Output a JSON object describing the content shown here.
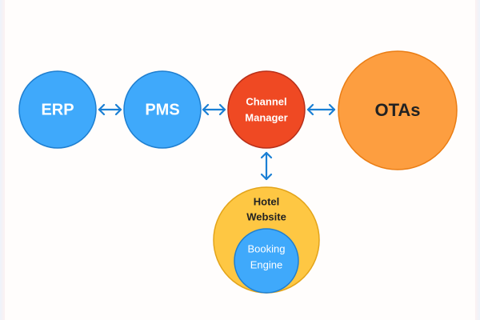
{
  "diagram": {
    "nodes": {
      "erp": {
        "label": "ERP",
        "fill": "#3fa9fb",
        "stroke": "#1f7fd0",
        "text_color": "#ffffff"
      },
      "pms": {
        "label": "PMS",
        "fill": "#3fa9fb",
        "stroke": "#1f7fd0",
        "text_color": "#ffffff"
      },
      "channel_manager": {
        "label_line1": "Channel",
        "label_line2": "Manager",
        "fill": "#ef4923",
        "stroke": "#b8301a",
        "text_color": "#ffffff"
      },
      "otas": {
        "label": "OTAs",
        "fill": "#fd9e40",
        "stroke": "#ea7d14",
        "text_color": "#222222"
      },
      "hotel_website": {
        "label_line1": "Hotel",
        "label_line2": "Website",
        "fill": "#fec743",
        "stroke": "#e3a41a",
        "text_color": "#222222"
      },
      "booking_engine": {
        "label_line1": "Booking",
        "label_line2": "Engine",
        "fill": "#3fa9fb",
        "stroke": "#1f7fd0",
        "text_color": "#ffffff"
      }
    },
    "connections": [
      {
        "from": "ERP",
        "to": "PMS",
        "type": "bidirectional"
      },
      {
        "from": "PMS",
        "to": "Channel Manager",
        "type": "bidirectional"
      },
      {
        "from": "Channel Manager",
        "to": "OTAs",
        "type": "bidirectional"
      },
      {
        "from": "Channel Manager",
        "to": "Hotel Website",
        "type": "bidirectional"
      }
    ],
    "arrow_color": "#1a7fd4"
  }
}
